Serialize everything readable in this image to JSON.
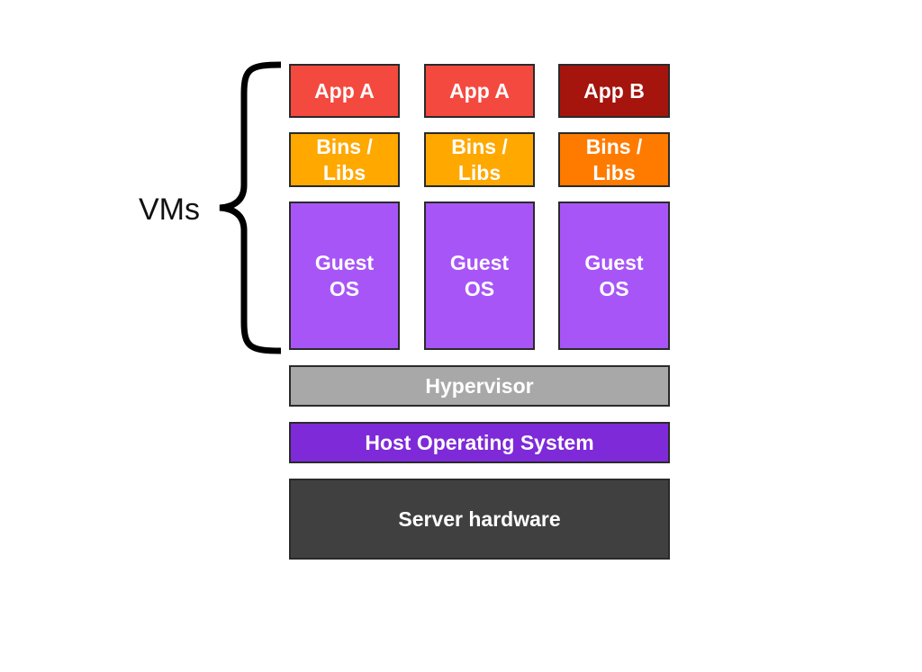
{
  "vms_label": "VMs",
  "vms": [
    {
      "app": "App A",
      "bins": "Bins /\nLibs",
      "os": "Guest\nOS",
      "app_color": "#f4493f",
      "bins_color": "#ffa800"
    },
    {
      "app": "App A",
      "bins": "Bins /\nLibs",
      "os": "Guest\nOS",
      "app_color": "#f4493f",
      "bins_color": "#ffa800"
    },
    {
      "app": "App B",
      "bins": "Bins /\nLibs",
      "os": "Guest\nOS",
      "app_color": "#a5140d",
      "bins_color": "#ff7b00"
    }
  ],
  "layers": {
    "hypervisor": "Hypervisor",
    "host_os": "Host Operating System",
    "hardware": "Server hardware"
  },
  "colors": {
    "guest_os": "#a855f7",
    "hypervisor": "#a8a8a8",
    "host_os": "#7e2ad8",
    "hardware": "#404040"
  }
}
